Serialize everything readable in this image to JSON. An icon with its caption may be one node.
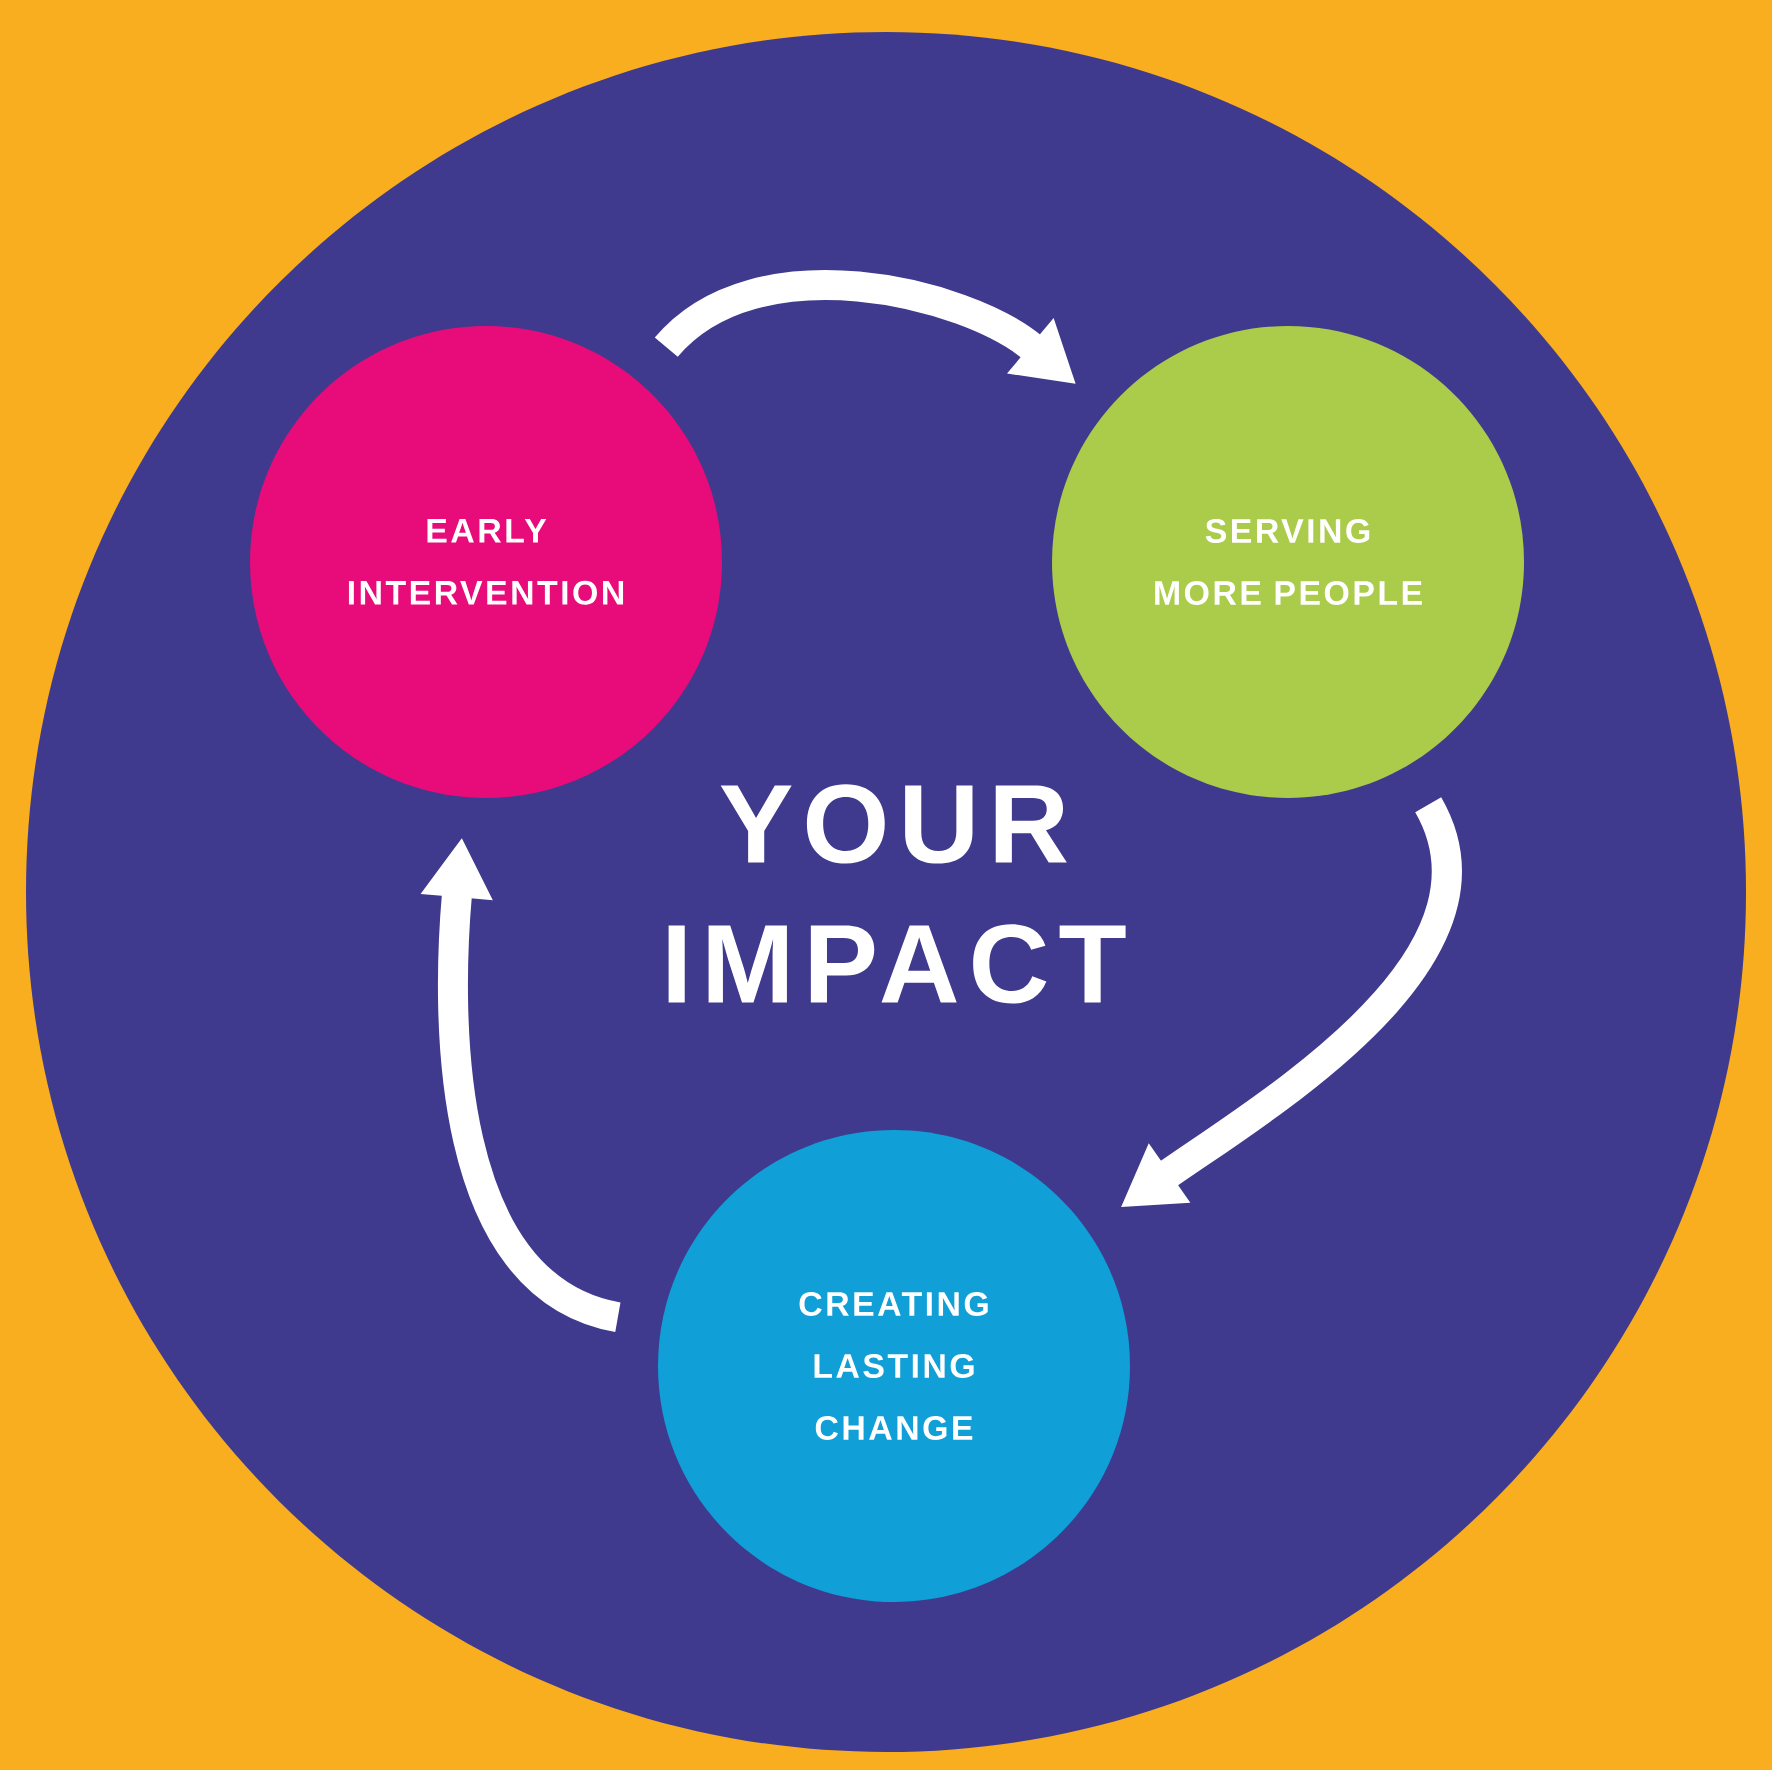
{
  "diagram": {
    "title": "YOUR IMPACT",
    "nodes": [
      {
        "text": [
          "EARLY INTERVENTION"
        ]
      },
      {
        "text": [
          "SERVING MORE PEOPLE"
        ]
      },
      {
        "text": [
          "CREATING LASTING CHANGE"
        ]
      }
    ],
    "edges": [
      {
        "from": 0,
        "to": 1,
        "arrow": "to"
      },
      {
        "from": 1,
        "to": 2,
        "arrow": "to"
      },
      {
        "from": 2,
        "to": 0,
        "arrow": "to"
      }
    ]
  }
}
